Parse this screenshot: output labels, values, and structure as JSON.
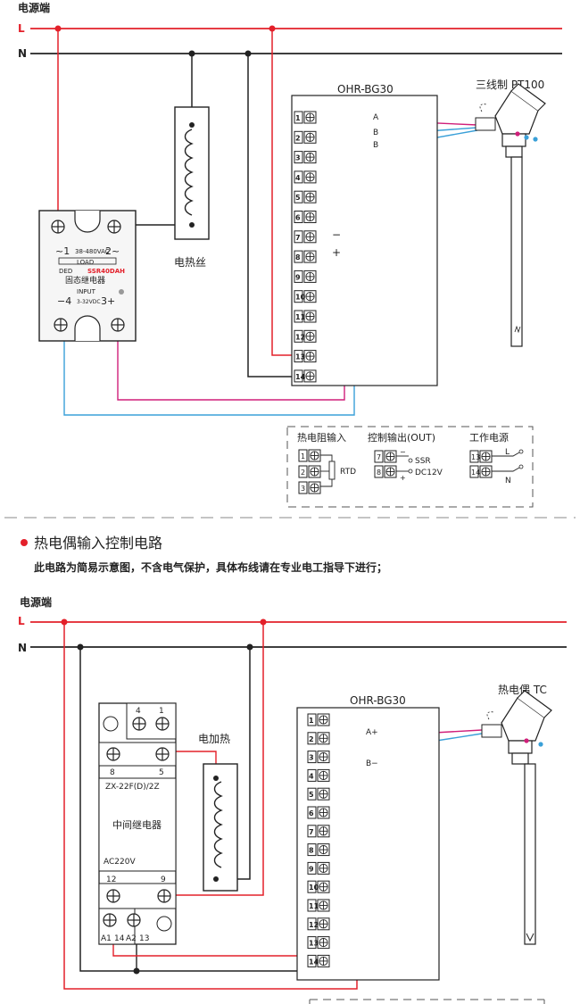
{
  "top": {
    "power_label": "电源端",
    "line_L": "L",
    "line_N": "N",
    "controller_model": "OHR-BG30",
    "sensor_title": "三线制 PT100",
    "wire_A": "A",
    "wire_B1": "B",
    "wire_B2": "B",
    "minus": "−",
    "plus": "+",
    "heater_label": "电热丝",
    "ssr": {
      "ac_left": "~1",
      "ac_right": "2~",
      "voltage": "38-480VAC",
      "load": "LOAD",
      "brand": "DED",
      "model": "SSR40DAH",
      "name": "固态继电器",
      "input": "INPUT",
      "input_minus": "−4",
      "dc": "3-32VDC",
      "input_plus": "3+"
    },
    "legend": {
      "rtd_title": "热电阻输入",
      "out_title": "控制输出(OUT)",
      "pwr_title": "工作电源",
      "rtd": "RTD",
      "ssr": "SSR",
      "dc": "DC12V",
      "L": "L",
      "N": "N"
    }
  },
  "divider": {
    "section_title": "热电偶输入控制电路",
    "notice": "此电路为简易示意图，不含电气保护，具体布线请在专业电工指导下进行；"
  },
  "bottom": {
    "power_label": "电源端",
    "line_L": "L",
    "line_N": "N",
    "controller_model": "OHR-BG30",
    "sensor_title": "热电偶 TC",
    "wire_Aplus": "A+",
    "wire_Bminus": "B−",
    "heater_label": "电加热",
    "relay": {
      "model": "ZX-22F(D)/2Z",
      "name": "中间继电器",
      "voltage": "AC220V",
      "t4": "4",
      "t1": "1",
      "t8": "8",
      "t5": "5",
      "t12": "12",
      "t9": "9",
      "a1": "A1",
      "t14": "14",
      "a2": "A2",
      "t13": "13"
    }
  },
  "terminals": [
    "1",
    "2",
    "3",
    "4",
    "5",
    "6",
    "7",
    "8",
    "9",
    "10",
    "11",
    "12",
    "13",
    "14"
  ],
  "colors": {
    "L": "#e3202a",
    "N": "#222222",
    "sensor": "#3aa0d8",
    "signal": "#d01f7a"
  }
}
